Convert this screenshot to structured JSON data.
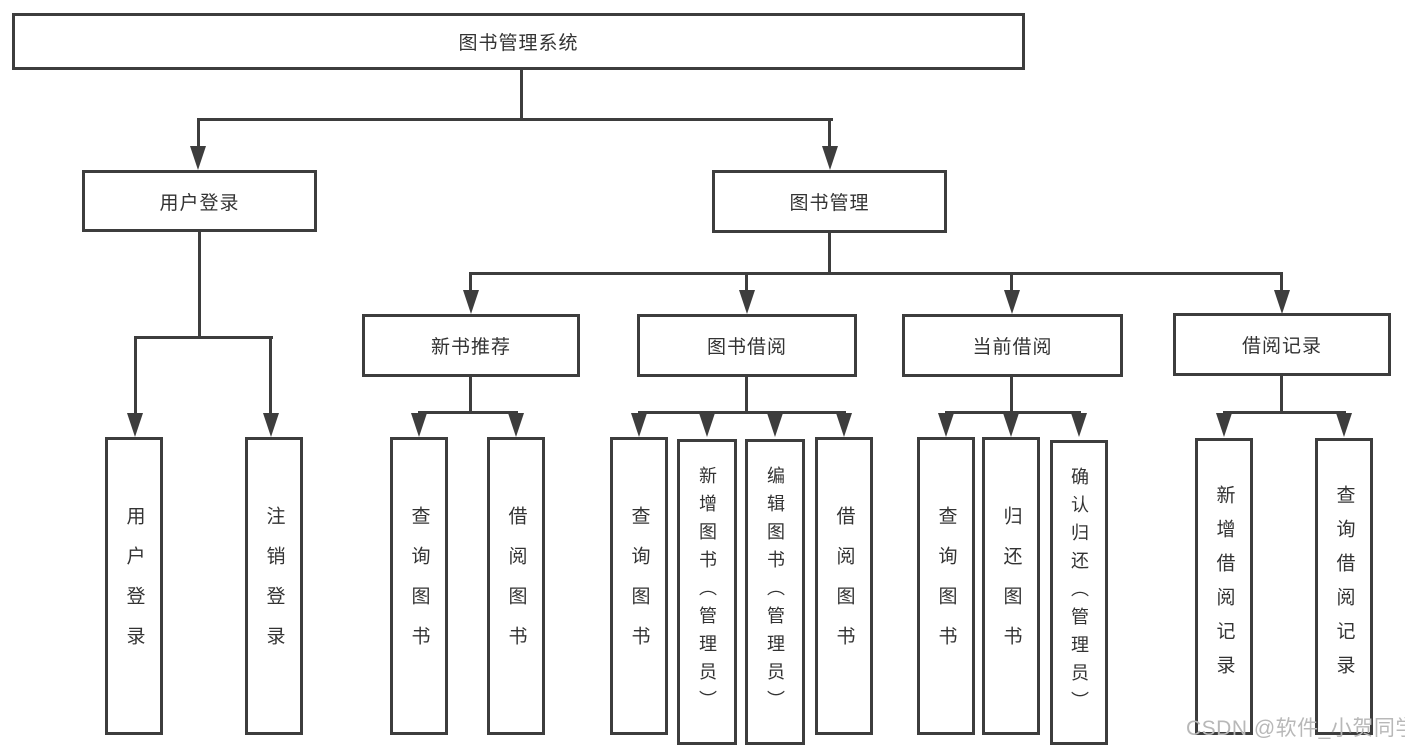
{
  "colors": {
    "line": "#3d3d3d",
    "text": "#333333",
    "background": "#ffffff",
    "watermark_gray": "#b8b8b8"
  },
  "watermark": {
    "text": "CSDN @软件_小贺同学"
  },
  "tree": {
    "root": {
      "label": "图书管理系统"
    },
    "branches": [
      {
        "label": "用户登录",
        "children": [
          {
            "label": "用户登录"
          },
          {
            "label": "注销登录"
          }
        ]
      },
      {
        "label": "图书管理",
        "children": [
          {
            "label": "新书推荐",
            "children": [
              {
                "label": "查询图书"
              },
              {
                "label": "借阅图书"
              }
            ]
          },
          {
            "label": "图书借阅",
            "children": [
              {
                "label": "查询图书"
              },
              {
                "label": "新增图书（管理员）"
              },
              {
                "label": "编辑图书（管理员）"
              },
              {
                "label": "借阅图书"
              }
            ]
          },
          {
            "label": "当前借阅",
            "children": [
              {
                "label": "查询图书"
              },
              {
                "label": "归还图书"
              },
              {
                "label": "确认归还（管理员）"
              }
            ]
          },
          {
            "label": "借阅记录",
            "children": [
              {
                "label": "新增借阅记录"
              },
              {
                "label": "查询借阅记录"
              }
            ]
          }
        ]
      }
    ]
  }
}
